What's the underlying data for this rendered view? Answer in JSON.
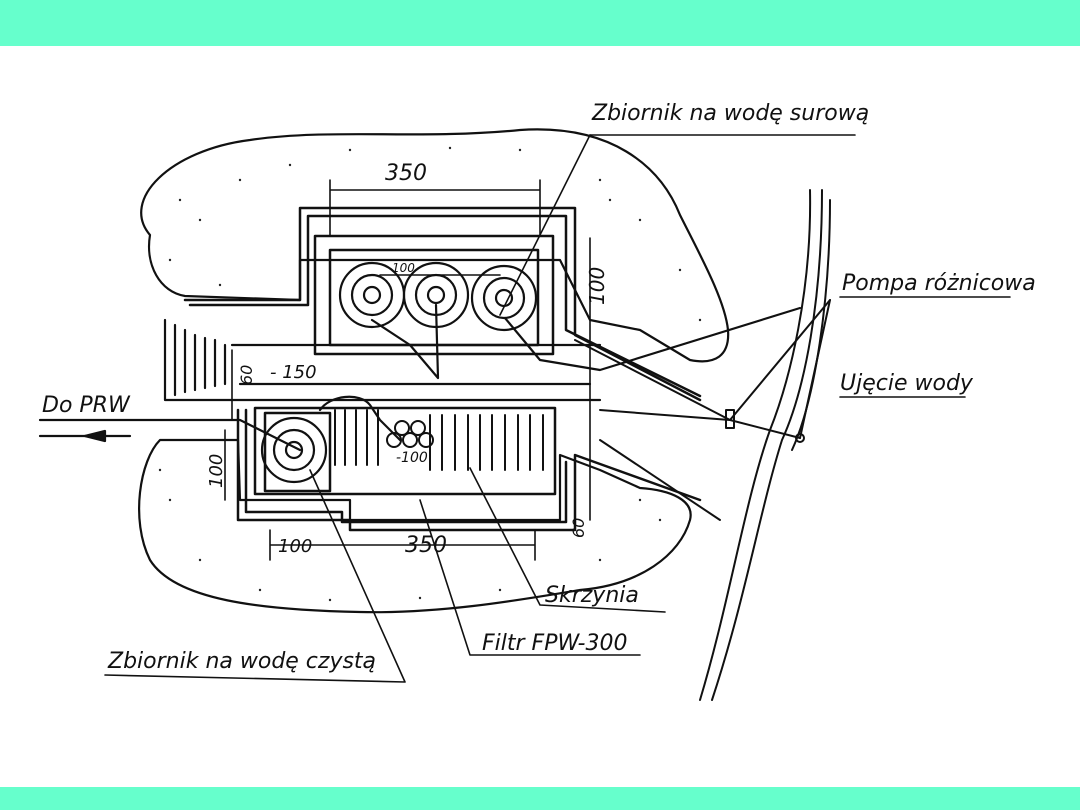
{
  "colors": {
    "accent_bar": "#66ffcc",
    "ink": "#111111",
    "paper": "#ffffff"
  },
  "labels": {
    "raw_tank": "Zbiornik  na wodę surową",
    "pump": "Pompa różnicowa",
    "intake": "Ujęcie  wody",
    "outlet": "Do  PRW",
    "box": "Skrzynia",
    "filter": "Filtr  FPW-300",
    "clean_tank": "Zbiornik na wodę czystą"
  },
  "dimensions": {
    "top_width": "350",
    "bottom_width": "350",
    "top_spacing": "100",
    "top_right_height": "100",
    "left_gap": "60",
    "channel": "- 150",
    "left_height": "100",
    "filter_spacing": "-100",
    "bottom_left": "100",
    "bottom_right": "60"
  }
}
